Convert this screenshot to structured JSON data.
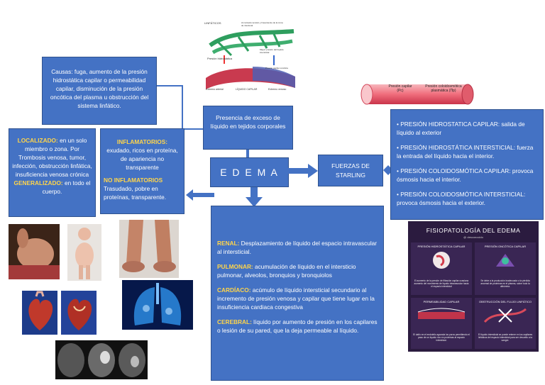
{
  "causas": "Causas: fuga, aumento de la presión hidrostática capilar o permeabilidad capilar, disminución de la presión oncótica del plasma u obstrucción del sistema linfático.",
  "presencia": "Presencia de exceso de líquido en tejidos corporales",
  "edema": "E D E M A",
  "fuerzas": "FUERZAS DE STARLING",
  "localizado": {
    "label": "LOCALIZADO:",
    "text": " en un solo miembro o zona. Por Trombosis venosa, tumor, infección, obstrucción linfática, insuficiencia venosa crónica",
    "label2": "GENERALIZADO:",
    "text2": " en todo el cuerpo."
  },
  "inflamatorios": {
    "label": "INFLAMATORIOS:",
    "text": "exudado, ricos en proteína, de apariencia no transparente",
    "label2": "NO INFLAMATORIOS",
    "text2": "Trasudado, pobre en proteínas, transparente."
  },
  "tipos": [
    {
      "label": "RENAL:",
      "text": " Desplazamiento de líquido del espacio intravascular al intersticial."
    },
    {
      "label": "PULMONAR:",
      "text": " acumulación de líquido en el intersticio pulmonar, alveolos, bronquios y bronquiolos"
    },
    {
      "label": "CARDÍACO:",
      "text": " acúmulo de líquido intersticial secundario al incremento de presión venosa y capilar que tiene lugar en la insuficiencia cardiaca congestiva"
    },
    {
      "label": "CEREBRAL:",
      "text": " líquido por aumento de presión en los capilares o lesión de su pared, que la deja permeable al líquido."
    }
  ],
  "presiones": [
    "• PRESIÓN HIDROSTATICA CAPILAR: salida de líquido al exterior",
    "• PRESIÓN HIDROSTÁTICA INTERSTICIAL: fuerza la entrada del líquido hacia el interior.",
    "• PRESIÓN COLOIDOSMÓTICA CAPILAR: provoca ósmosis hacia el interior.",
    "• PRESIÓN COLOIDOSMÓTICA INTERSTICIAL: provoca ósmosis hacia el exterior."
  ],
  "fisio": {
    "title": "FISIOPATOLOGÍA DEL EDEMA",
    "handle": "@ desconocido",
    "cells": [
      {
        "title": "PRESIÓN HIDROSTÁTICA CAPILAR",
        "text": "El aumento de la presión de filtración capilar ocasiona aumento del movimiento de líquido intravascular hacia el espacio intersticial"
      },
      {
        "title": "PRESIÓN ONCÓTICA CAPILAR",
        "text": "Se debe a la producción inadecuada o la pérdida anormal de proteínas en el plasma, sobre todo la albúmina."
      },
      {
        "title": "PERMEABILIDAD CAPILAR",
        "text": "El daño en el endotelio agranda los poros permitiendo el paso de un líquido rico en proteínas al espacio intersticial."
      },
      {
        "title": "OBSTRUCCIÓN DEL FLUJO LINFÁTICO",
        "text": "El líquido intersticial se puede retener en los capilares linfáticos del espacio intersticial para ser devuelto a la sangre."
      }
    ]
  },
  "diagram_top": {
    "l1": "LINFÁTICOS",
    "l2": "Al contacto tensión y lineamiento de la zona de interlocal",
    "l3": "Presión hidrostática",
    "l4": "Mayor presión del líquido intersticial",
    "l5": "Presión capilar oncótica",
    "l6": "Extremo arterial",
    "l7": "LÍQUIDO CAPILAR",
    "l8": "Extremo venoso"
  },
  "vessel": {
    "l1": "Presión capilar (Pc)",
    "l2": "Presión coloidosmótica plasmática (Πp)"
  }
}
